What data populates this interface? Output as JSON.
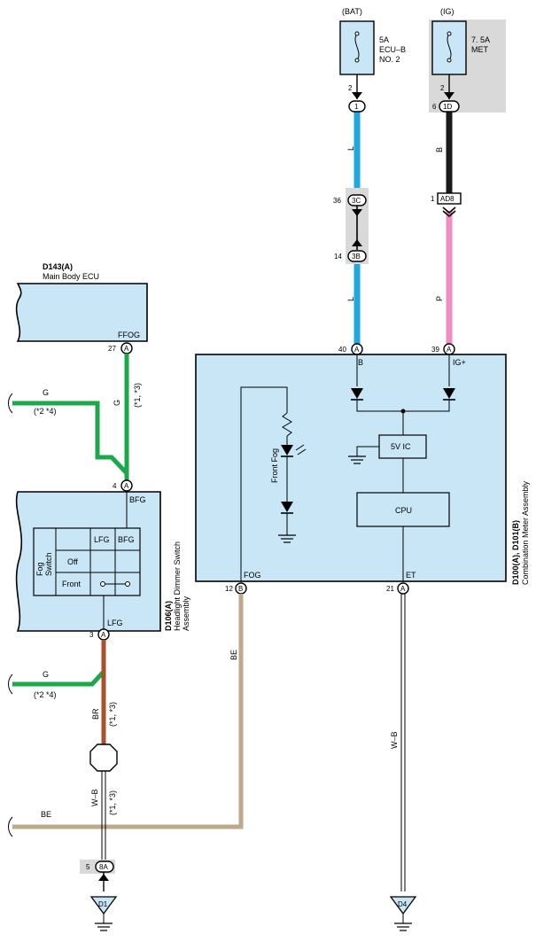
{
  "fuses": {
    "bat": {
      "source": "(BAT)",
      "line1": "5A",
      "line2": "ECU–B",
      "line3": "NO. 2"
    },
    "ig": {
      "source": "(IG)",
      "line1": "7. 5A",
      "line2": "MET"
    }
  },
  "connectors": {
    "c1": {
      "label": "1",
      "pin": "2"
    },
    "c1d": {
      "label": "1D",
      "pin": "2",
      "pin2": "6"
    },
    "c3c": {
      "label": "3C",
      "pin": "36"
    },
    "c3b": {
      "label": "3B",
      "pin": "14"
    },
    "ad8": {
      "label": "AD8",
      "pin": "1"
    },
    "a40": {
      "label": "A",
      "pin": "40"
    },
    "a39": {
      "label": "A",
      "pin": "39"
    },
    "a27": {
      "label": "A",
      "pin": "27"
    },
    "a4": {
      "label": "A",
      "pin": "4"
    },
    "a3": {
      "label": "A",
      "pin": "3"
    },
    "b12": {
      "label": "B",
      "pin": "12"
    },
    "a21": {
      "label": "A",
      "pin": "21"
    },
    "c8a": {
      "label": "8A",
      "pin": "5"
    }
  },
  "wires": {
    "l1": "L",
    "b1": "B",
    "l2": "L",
    "p1": "P",
    "g1": "G",
    "g1_note": "(*1, *3)",
    "g_left1": "G",
    "g_left1_note": "(*2 *4)",
    "g_left2": "G",
    "g_left2_note": "(*2 *4)",
    "br": "BR",
    "br_note": "(*1, *3)",
    "wb1": "W–B",
    "wb1_note": "(*1, *3)",
    "be1": "BE",
    "be2": "BE",
    "wb2": "W–B"
  },
  "ecu": {
    "id": "D143(A)",
    "name": "Main Body ECU",
    "terminal": "FFOG"
  },
  "meter": {
    "id": "D100(A), D101(B)",
    "name": "Combination Meter Assembly",
    "t_b": "B",
    "t_ig": "IG+",
    "t_fog": "FOG",
    "t_et": "ET",
    "ic": "5V IC",
    "cpu": "CPU",
    "indicator": "Front Fog"
  },
  "switch": {
    "id": "D106(A)",
    "name_line1": "Headlight Dimmer Switch",
    "name_line2": "Assembly",
    "t_bfg": "BFG",
    "t_lfg": "LFG",
    "title_line1": "Fog",
    "title_line2": "Switch",
    "col1": "LFG",
    "col2": "BFG",
    "row1": "Off",
    "row2": "Front"
  },
  "grounds": {
    "d1": "D1",
    "d4": "D4"
  },
  "colors": {
    "light_blue": "#c8e6f5",
    "wire_L": "#1fa8e0",
    "wire_B": "#1a1a1a",
    "wire_P": "#f08cc0",
    "wire_G": "#1aa84a",
    "wire_BR": "#a8502a",
    "wire_BE": "#bfa88c",
    "shade": "#d9d9d9"
  }
}
